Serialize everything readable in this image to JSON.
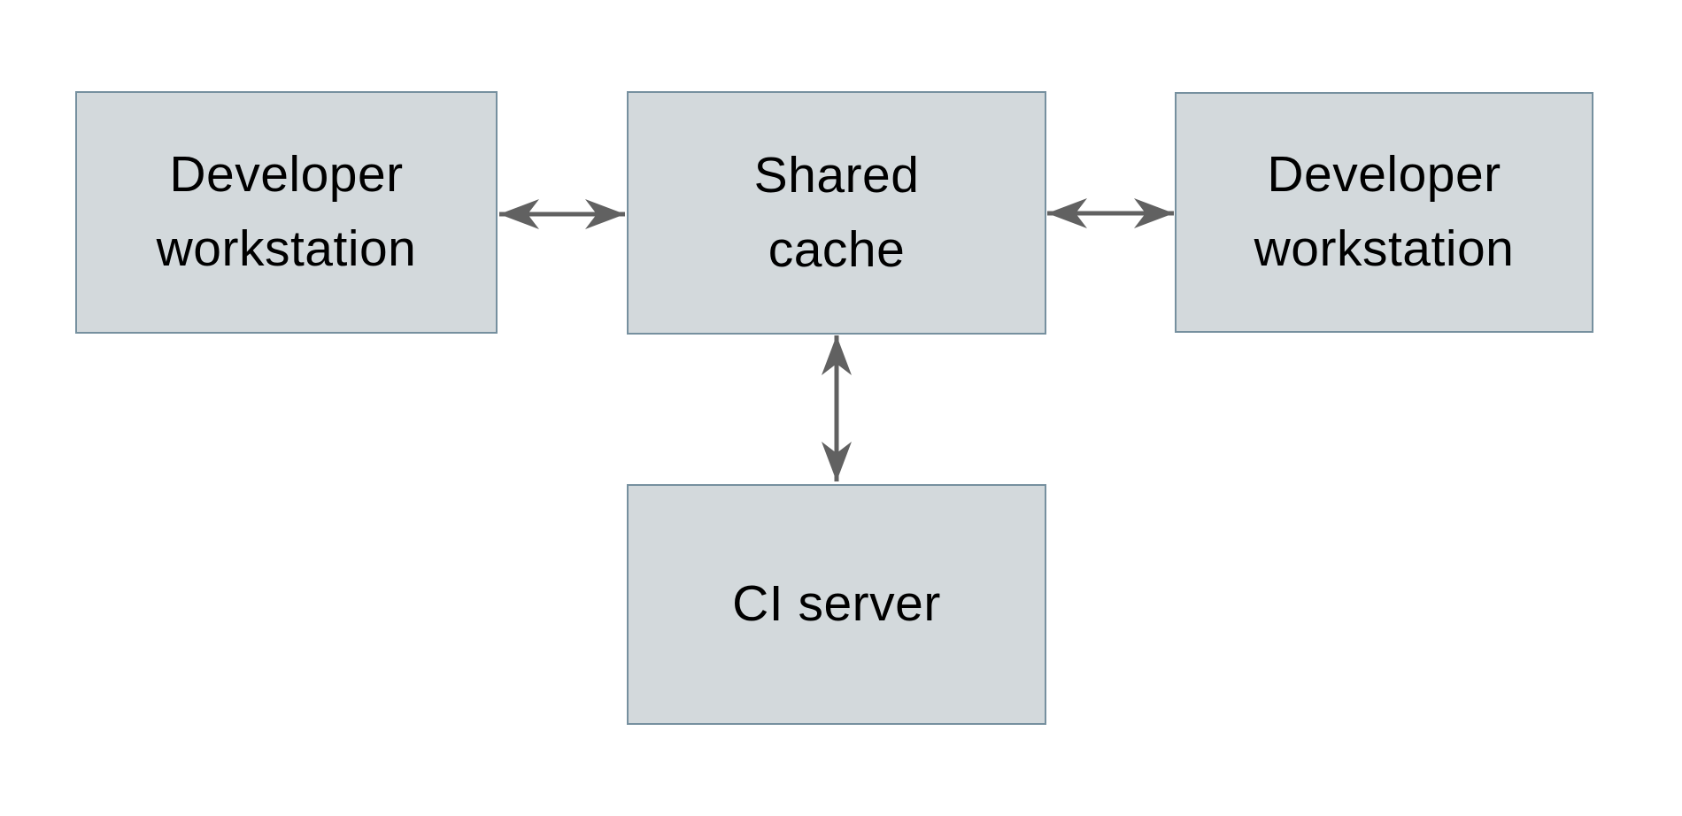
{
  "diagram": {
    "type": "architecture-diagram",
    "nodes": [
      {
        "id": "developer-workstation-left",
        "label": "Developer workstation"
      },
      {
        "id": "shared-cache",
        "label": "Shared cache"
      },
      {
        "id": "developer-workstation-right",
        "label": "Developer workstation"
      },
      {
        "id": "ci-server",
        "label": "CI server"
      }
    ],
    "edges": [
      {
        "from": "developer-workstation-left",
        "to": "shared-cache",
        "style": "double-headed-arrow"
      },
      {
        "from": "shared-cache",
        "to": "developer-workstation-right",
        "style": "double-headed-arrow"
      },
      {
        "from": "shared-cache",
        "to": "ci-server",
        "style": "double-headed-arrow"
      }
    ]
  },
  "colors": {
    "background": "#ffffff",
    "node_fill": "#d3d9dc",
    "node_border": "#76909f",
    "arrow": "#616161",
    "text": "#000000"
  }
}
